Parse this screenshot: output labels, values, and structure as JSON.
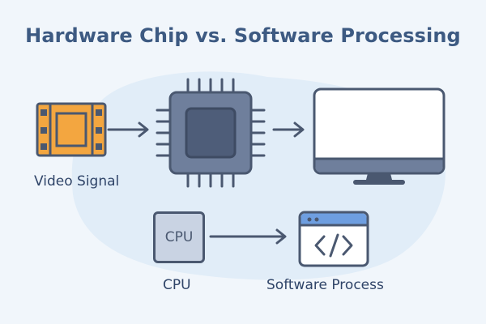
{
  "title": "Hardware Chip vs. Software Processing",
  "labels": {
    "video_signal": "Video Signal",
    "cpu_chip_text": "CPU",
    "cpu_caption": "CPU",
    "software_process": "Software Process"
  },
  "icons": {
    "video": "film-strip-icon",
    "chip": "hardware-chip-icon",
    "monitor": "monitor-icon",
    "code_window": "code-window-icon"
  },
  "colors": {
    "title": "#3d5a82",
    "text": "#2f4468",
    "outline": "#4a5870",
    "film": "#f3a640",
    "chip_body": "#6f7f9c",
    "chip_core": "#4e5d79",
    "window_bar": "#6e9ee0",
    "background": "#f1f6fb",
    "blob": "#e1edf8"
  }
}
